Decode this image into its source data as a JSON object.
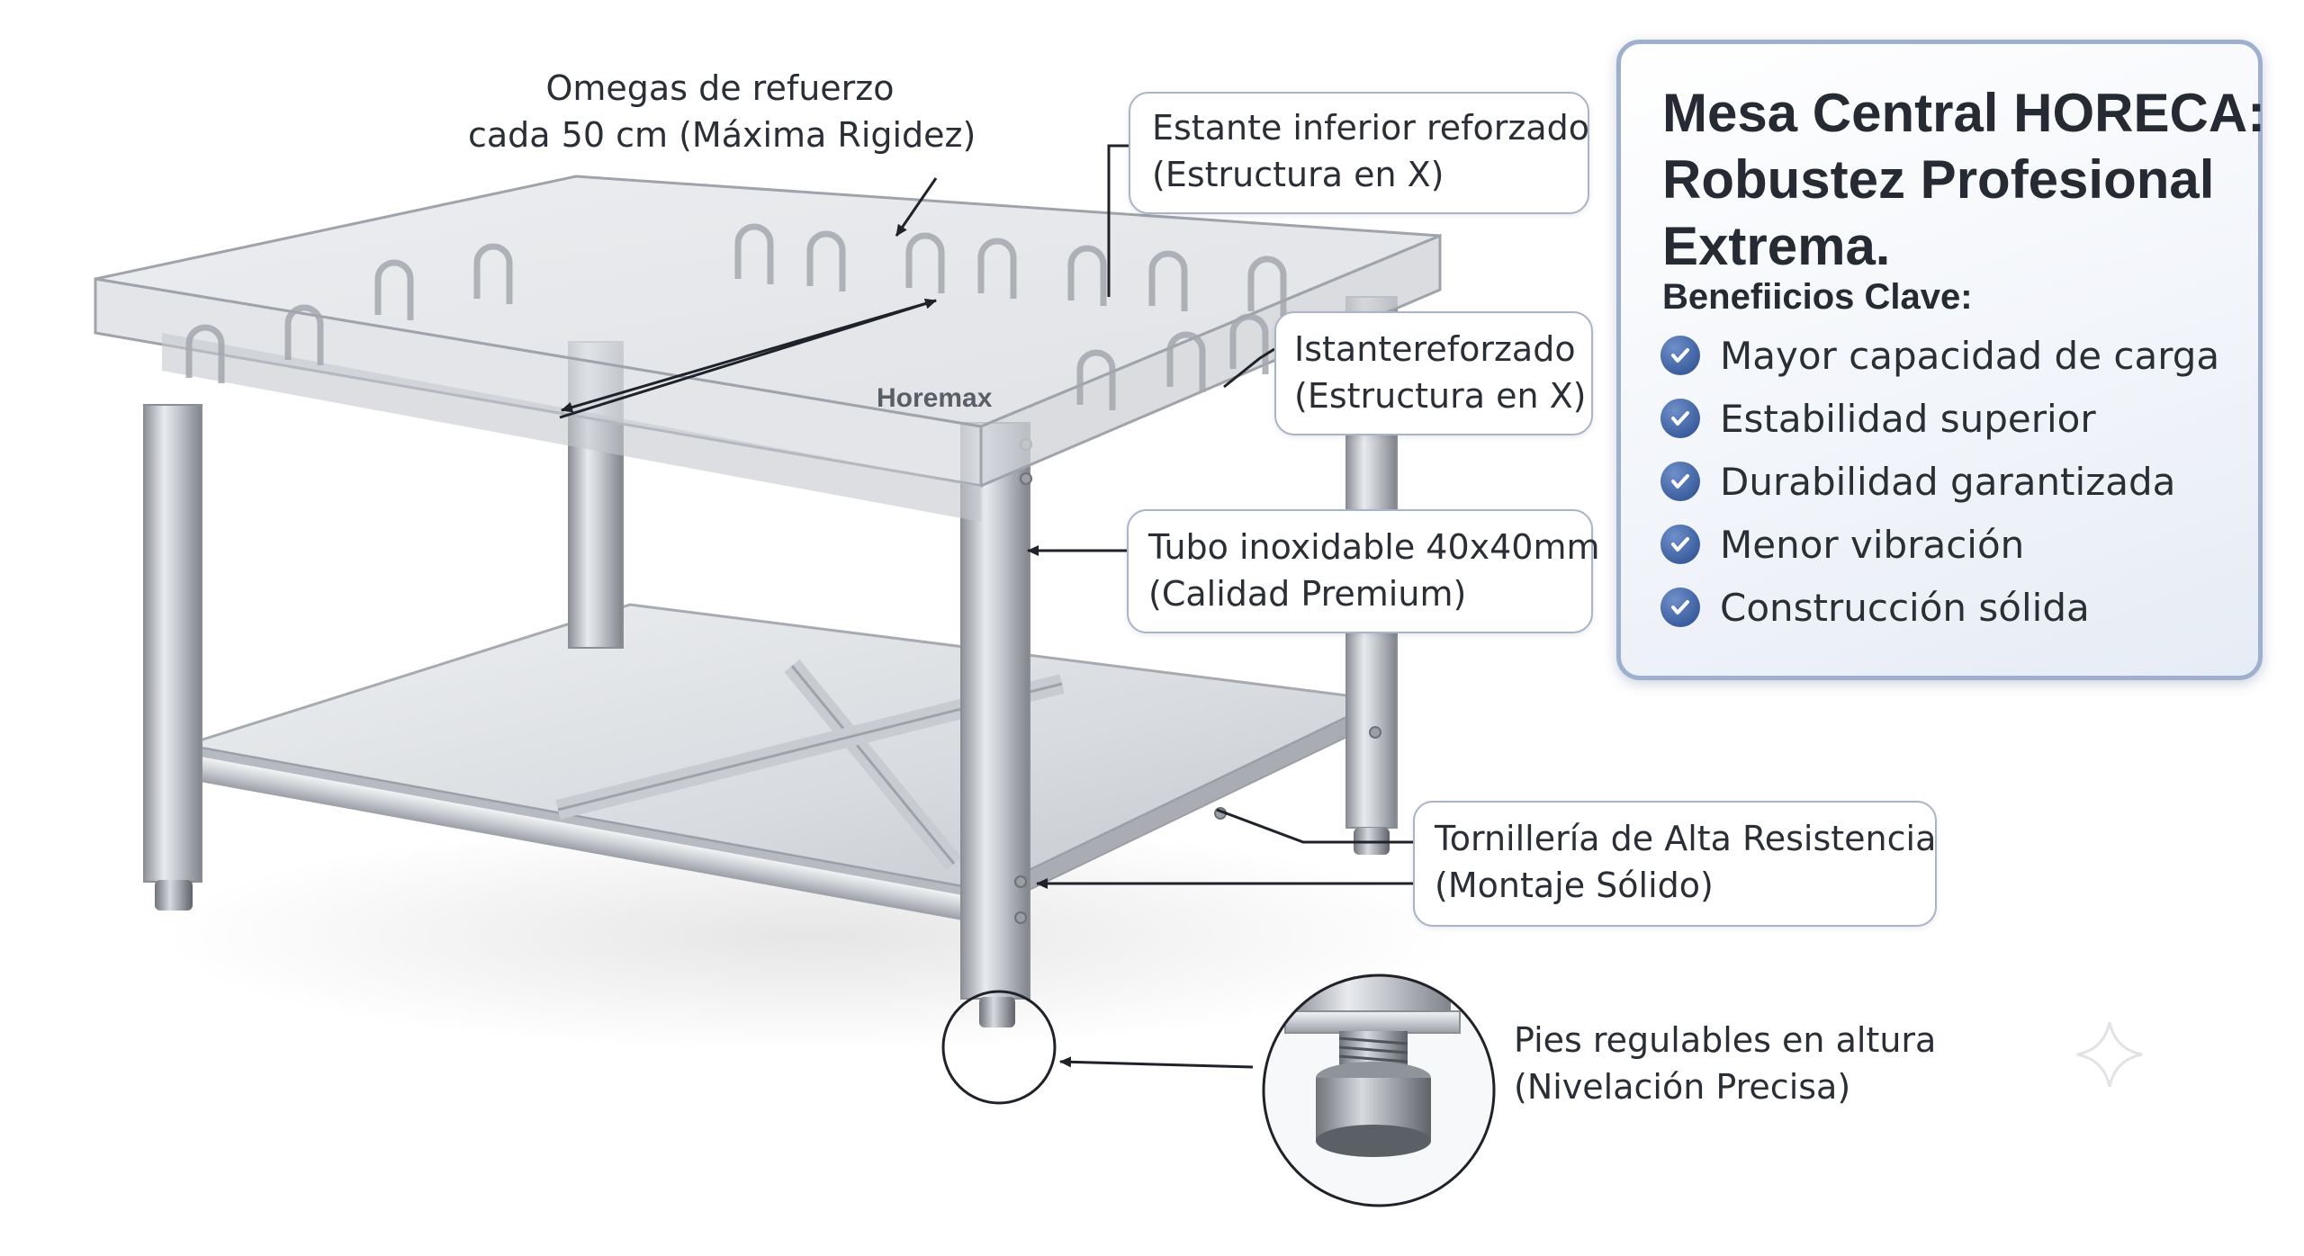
{
  "brand": "Horemax",
  "callouts": {
    "omegas": {
      "line1": "Omegas de refuerzo",
      "line2": "cada 50 cm (Máxima Rigidez)"
    },
    "shelf_top": {
      "line1": "Estante inferior reforzado",
      "line2": "(Estructura en X)"
    },
    "shelf_side": {
      "line1": "Istantereforzado",
      "line2": "(Estructura en X)"
    },
    "tube": {
      "line1": "Tubo inoxidable 40x40mm",
      "line2": "(Calidad Premium)"
    },
    "bolts": {
      "line1": "Tornillería de Alta Resistencia",
      "line2": "(Montaje Sólido)"
    },
    "feet": {
      "line1": "Pies regulables en altura",
      "line2": "(Nivelación Precisa)"
    }
  },
  "panel": {
    "title_line1": "Mesa Central HORECA:",
    "title_line2": "Robustez Profesional",
    "title_line3": "Extrema.",
    "subtitle": "Benefiicios Clave:",
    "benefits": [
      "Mayor capacidad de carga",
      "Estabilidad superior",
      "Durabilidad garantizada",
      "Menor vibración",
      "Construcción sólida"
    ],
    "check_icon": "check-circle-icon",
    "accent_color": "#3d5f9f",
    "border_color": "#9fb0cf"
  }
}
